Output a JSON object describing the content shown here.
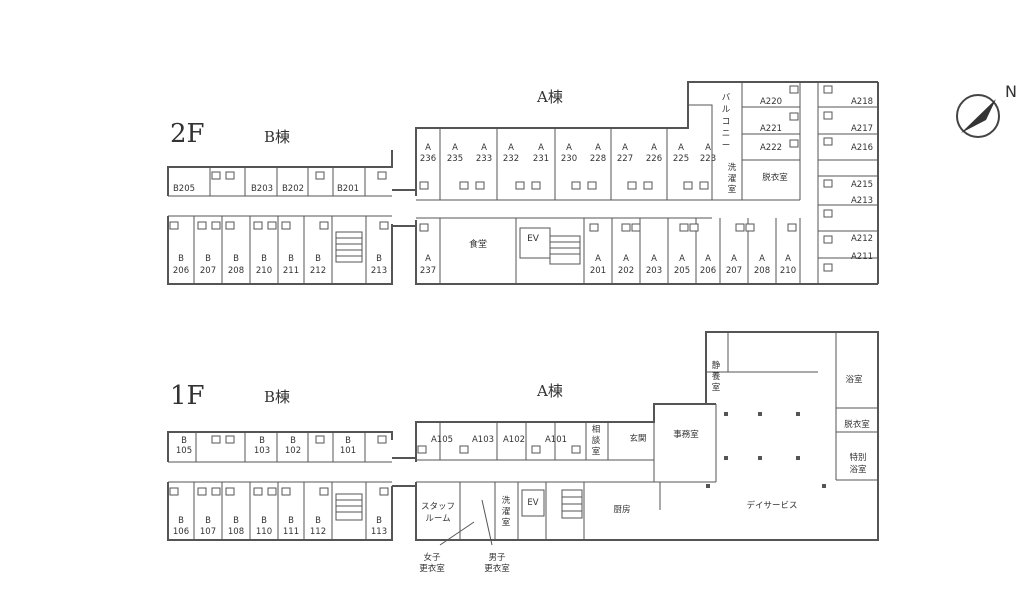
{
  "floor2": {
    "title": "2F",
    "wing_a": "A棟",
    "wing_b": "B棟",
    "b_top": [
      "B205",
      "B203",
      "B202",
      "B201"
    ],
    "b_bottom": [
      [
        "B",
        "206"
      ],
      [
        "B",
        "207"
      ],
      [
        "B",
        "208"
      ],
      [
        "B",
        "210"
      ],
      [
        "B",
        "211"
      ],
      [
        "B",
        "212"
      ],
      [
        "B",
        "213"
      ]
    ],
    "a_top": [
      [
        "A",
        "236"
      ],
      [
        "A",
        "235"
      ],
      [
        "A",
        "233"
      ],
      [
        "A",
        "232"
      ],
      [
        "A",
        "231"
      ],
      [
        "A",
        "230"
      ],
      [
        "A",
        "228"
      ],
      [
        "A",
        "227"
      ],
      [
        "A",
        "226"
      ],
      [
        "A",
        "225"
      ],
      [
        "A",
        "223"
      ]
    ],
    "a_bottom": [
      [
        "A",
        "237"
      ],
      [
        "A",
        "201"
      ],
      [
        "A",
        "202"
      ],
      [
        "A",
        "203"
      ],
      [
        "A",
        "205"
      ],
      [
        "A",
        "206"
      ],
      [
        "A",
        "207"
      ],
      [
        "A",
        "208"
      ],
      [
        "A",
        "210"
      ]
    ],
    "a_right": [
      "A220",
      "A221",
      "A222",
      "A218",
      "A217",
      "A216",
      "A215",
      "A213",
      "A212",
      "A211"
    ],
    "dining": "食堂",
    "ev": "EV",
    "balcony": [
      "バ",
      "ル",
      "コ",
      "ニ",
      "ー"
    ],
    "laundry": [
      "洗",
      "濯",
      "室"
    ],
    "changing": "脱衣室"
  },
  "floor1": {
    "title": "1F",
    "wing_a": "A棟",
    "wing_b": "B棟",
    "b_top": [
      [
        "B",
        "105"
      ],
      [
        "B",
        "103"
      ],
      [
        "B",
        "102"
      ],
      [
        "B",
        "101"
      ]
    ],
    "b_bottom": [
      [
        "B",
        "106"
      ],
      [
        "B",
        "107"
      ],
      [
        "B",
        "108"
      ],
      [
        "B",
        "110"
      ],
      [
        "B",
        "111"
      ],
      [
        "B",
        "112"
      ],
      [
        "B",
        "113"
      ]
    ],
    "a_top": [
      "A105",
      "A103",
      "A102",
      "A101"
    ],
    "consult": [
      "相",
      "談",
      "室"
    ],
    "entrance": "玄関",
    "office": "事務室",
    "rest": [
      "静",
      "養",
      "室"
    ],
    "bath": "浴室",
    "changing": "脱衣室",
    "special_bath": [
      "特別",
      "浴室"
    ],
    "day_service": "デイサービス",
    "kitchen": "厨房",
    "ev": "EV",
    "laundry": [
      "洗",
      "濯",
      "室"
    ],
    "staff": [
      "スタッフ",
      "ルーム"
    ],
    "women": [
      "女子",
      "更衣室"
    ],
    "men": [
      "男子",
      "更衣室"
    ]
  },
  "compass": {
    "label": "N",
    "icon": "compass-icon"
  }
}
